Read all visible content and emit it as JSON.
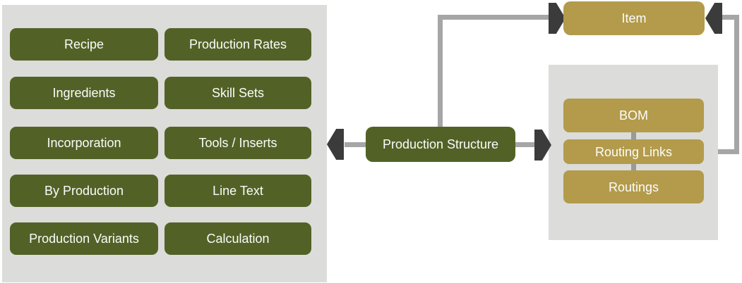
{
  "diagram": {
    "left_panel": {
      "column1": [
        "Recipe",
        "Ingredients",
        "Incorporation",
        "By Production",
        "Production Variants"
      ],
      "column2": [
        "Production Rates",
        "Skill Sets",
        "Tools / Inserts",
        "Line Text",
        "Calculation"
      ]
    },
    "center": {
      "label": "Production Structure"
    },
    "top_right": {
      "label": "Item"
    },
    "right_panel": {
      "boxes": [
        "BOM",
        "Routing Links",
        "Routings"
      ]
    },
    "colors": {
      "node_green": "#526226",
      "node_gold": "#b39b4b",
      "panel_gray": "#dcdcda",
      "connector_gray": "#a6a6a6",
      "connector_dark_gray": "#9a9a9a",
      "arrowhead_dark": "#3b3b3b",
      "text_white": "#fcfcfc"
    }
  }
}
